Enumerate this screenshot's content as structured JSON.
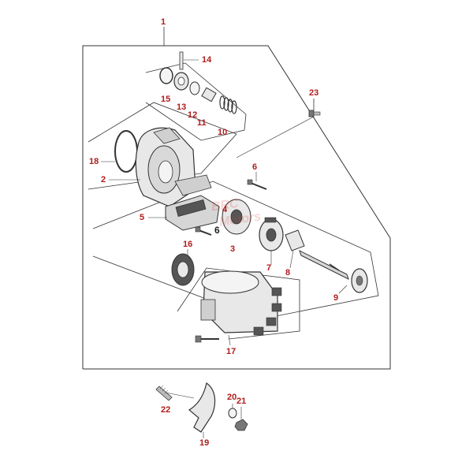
{
  "diagram": {
    "callouts": [
      {
        "id": "c1",
        "text": "1"
      },
      {
        "id": "c2",
        "text": "2"
      },
      {
        "id": "c3",
        "text": "3"
      },
      {
        "id": "c4",
        "text": "4"
      },
      {
        "id": "c5",
        "text": "5"
      },
      {
        "id": "c6a",
        "text": "6"
      },
      {
        "id": "c6b",
        "text": "6"
      },
      {
        "id": "c7",
        "text": "7"
      },
      {
        "id": "c8",
        "text": "8"
      },
      {
        "id": "c9",
        "text": "9"
      },
      {
        "id": "c10",
        "text": "10"
      },
      {
        "id": "c11",
        "text": "11"
      },
      {
        "id": "c12",
        "text": "12"
      },
      {
        "id": "c13",
        "text": "13"
      },
      {
        "id": "c14",
        "text": "14"
      },
      {
        "id": "c15",
        "text": "15"
      },
      {
        "id": "c16",
        "text": "16"
      },
      {
        "id": "c17",
        "text": "17"
      },
      {
        "id": "c18",
        "text": "18"
      },
      {
        "id": "c19",
        "text": "19"
      },
      {
        "id": "c20",
        "text": "20"
      },
      {
        "id": "c21",
        "text": "21"
      },
      {
        "id": "c22",
        "text": "22"
      },
      {
        "id": "c23",
        "text": "23"
      }
    ],
    "watermark": {
      "line1": "BRC",
      "line2": "Motors"
    },
    "colors": {
      "callout": "#b01c1c",
      "line": "#333333",
      "part_fill": "#e8e8e8",
      "dark_part": "#555555",
      "watermark": "#d7463c"
    }
  }
}
